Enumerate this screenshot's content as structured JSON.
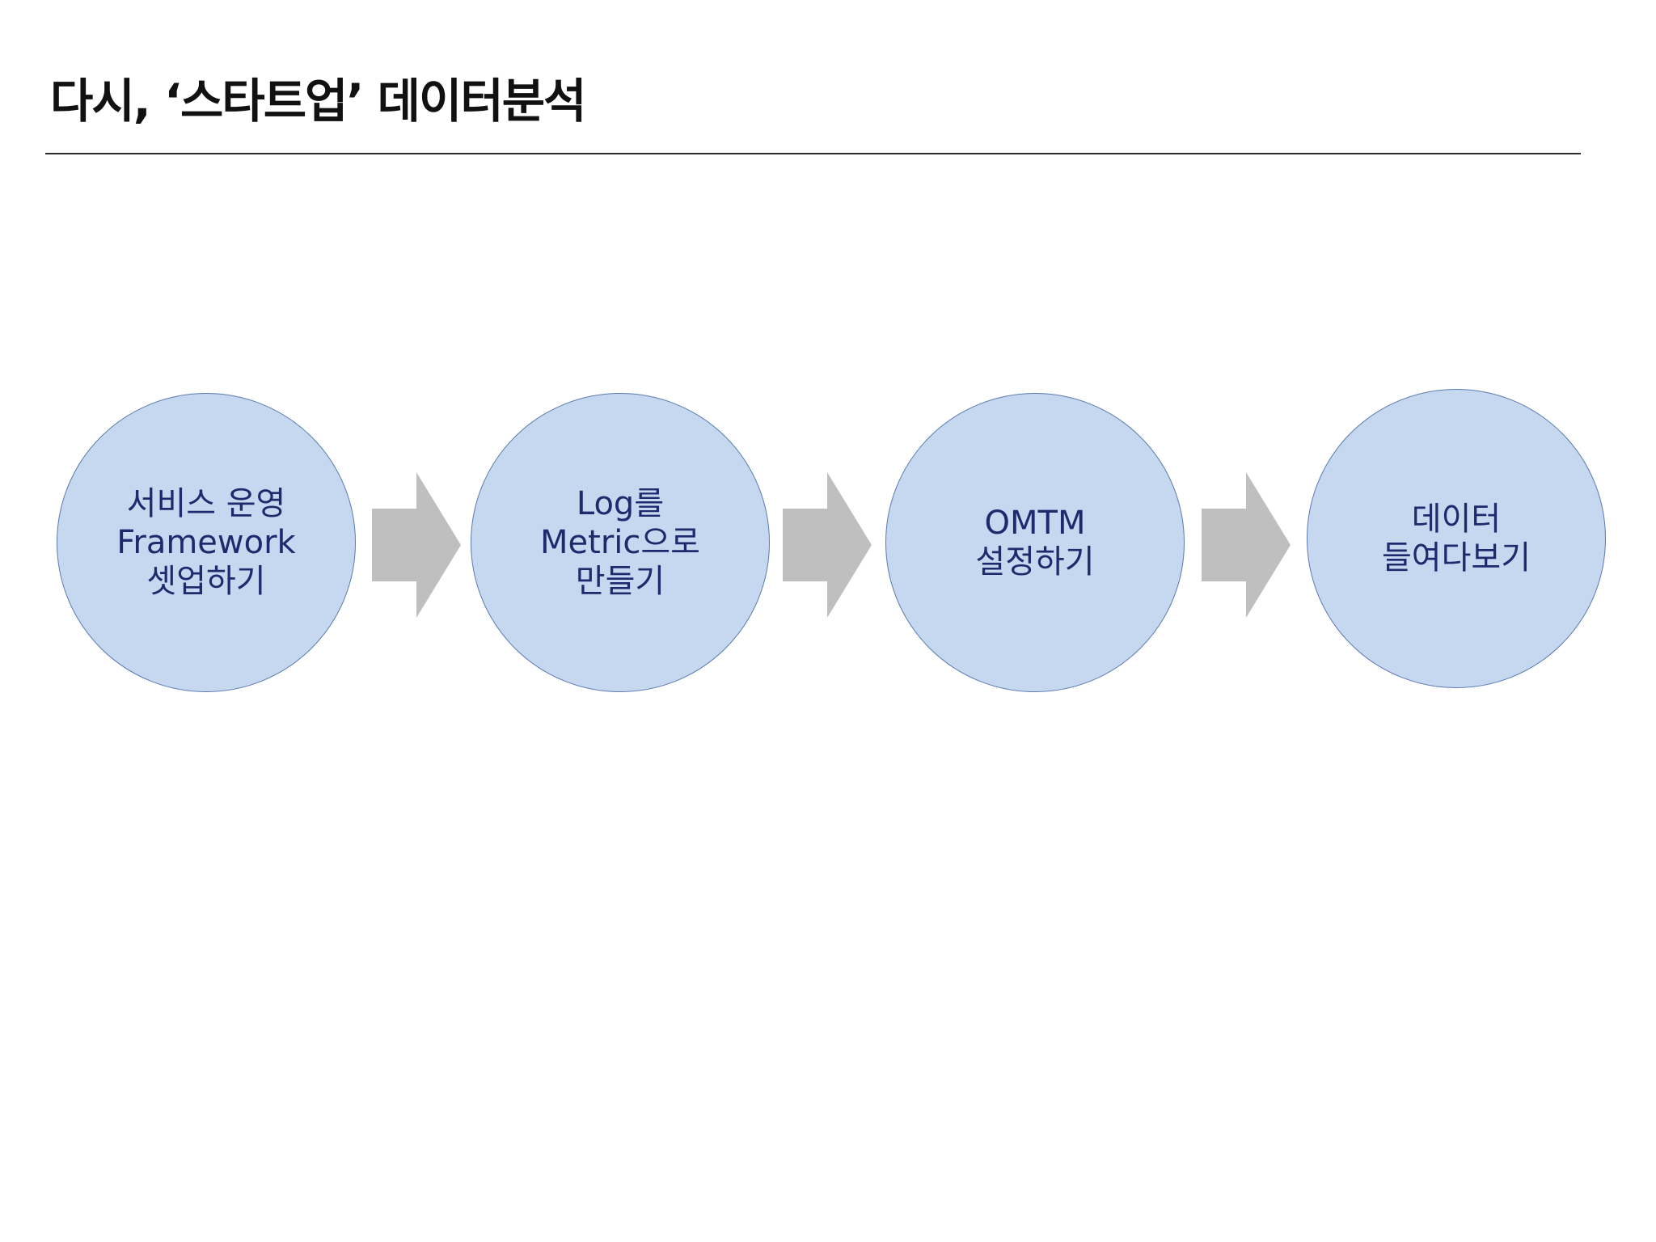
{
  "slide": {
    "title": "다시, ‘스타트업’ 데이터분석"
  },
  "flow": {
    "steps": [
      {
        "lines": [
          "서비스 운영",
          "Framework",
          "셋업하기"
        ]
      },
      {
        "lines": [
          "Log를",
          "Metric으로",
          "만들기"
        ]
      },
      {
        "lines": [
          "OMTM",
          "설정하기"
        ]
      },
      {
        "lines": [
          "데이터",
          "들여다보기"
        ]
      }
    ]
  },
  "colors": {
    "circle_fill": "#c6d8f0",
    "circle_text": "#1c2a6e",
    "arrow_fill": "#bfbfbf"
  }
}
